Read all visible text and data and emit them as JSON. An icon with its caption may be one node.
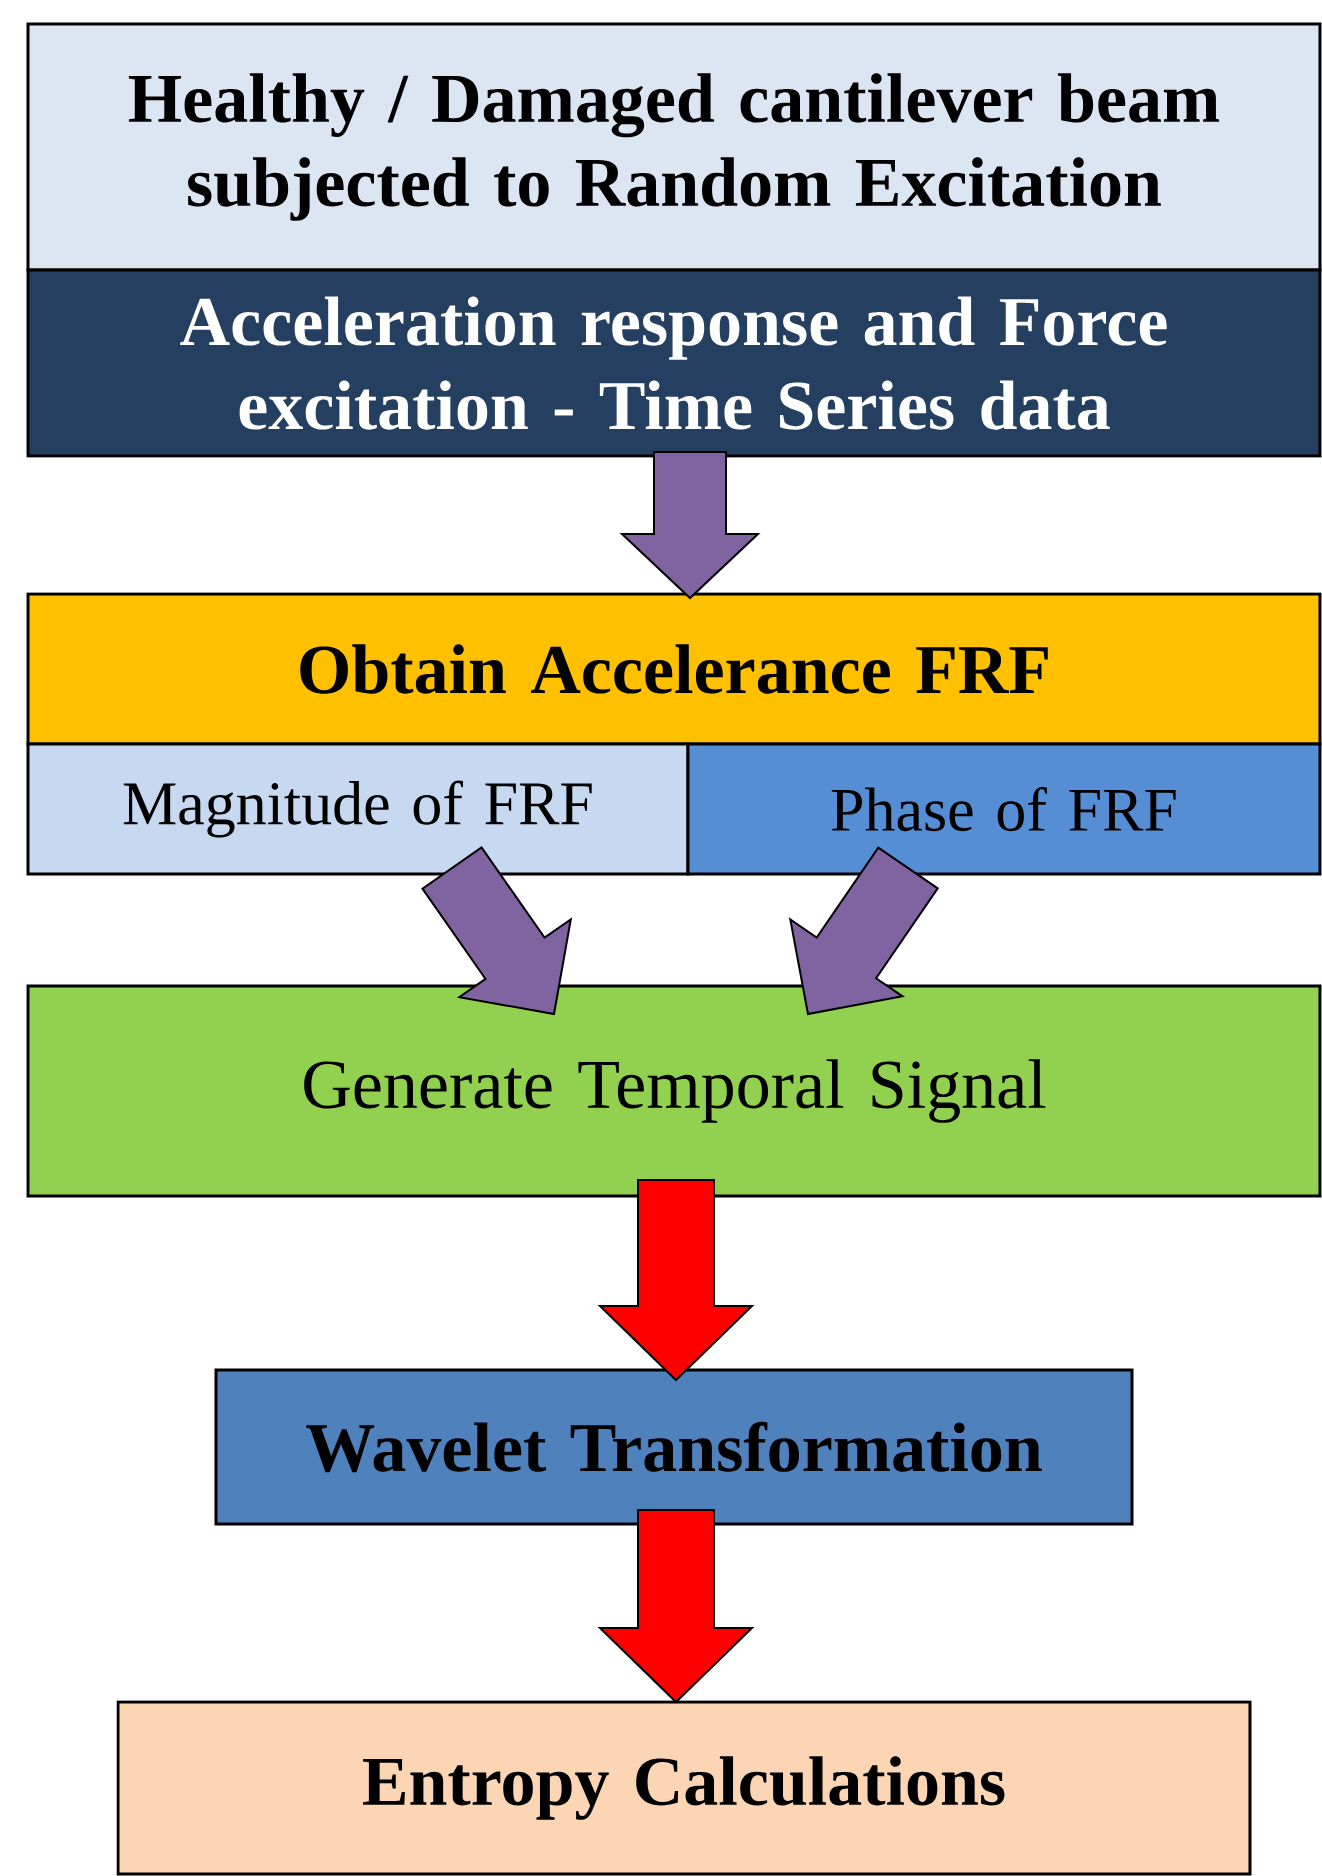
{
  "diagram": {
    "nodes": [
      {
        "text": [
          "Healthy / Damaged cantilever beam subjected to Random Excitation"
        ]
      },
      {
        "text": [
          "Acceleration response and Force excitation - Time Series data"
        ]
      },
      {
        "text": [
          "Obtain Accelerance FRF"
        ]
      },
      {
        "text": [
          "Magnitude of FRF"
        ]
      },
      {
        "text": [
          "Phase of FRF"
        ]
      },
      {
        "text": [
          "Generate Temporal Signal"
        ]
      },
      {
        "text": [
          "Wavelet Transformation"
        ]
      },
      {
        "text": [
          "Entropy Calculations"
        ]
      }
    ],
    "edges": [
      {
        "from": 1,
        "to": 2,
        "arrow": "to"
      },
      {
        "from": 3,
        "to": 5,
        "arrow": "to"
      },
      {
        "from": 4,
        "to": 5,
        "arrow": "to"
      },
      {
        "from": 5,
        "to": 6,
        "arrow": "to",
        "color": "#ff0000"
      },
      {
        "from": 6,
        "to": 7,
        "arrow": "to",
        "color": "#ff0000"
      }
    ]
  }
}
